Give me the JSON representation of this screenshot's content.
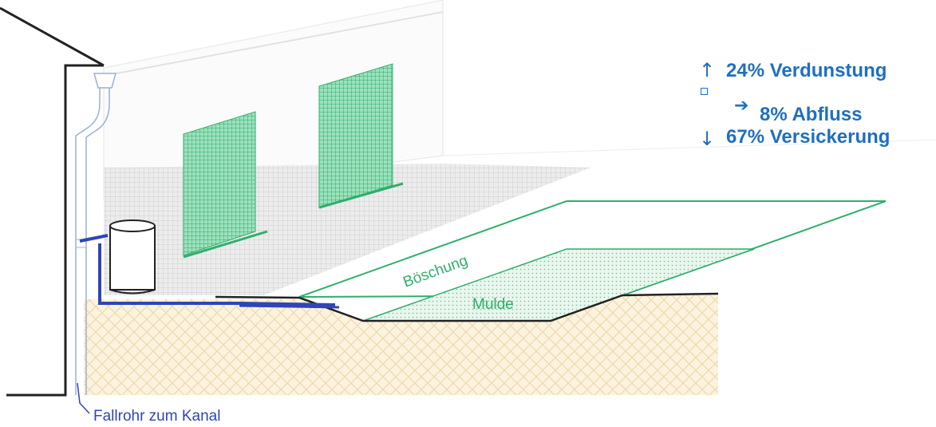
{
  "legend": {
    "items": [
      {
        "percent": "24%",
        "label": "Verdunstung",
        "direction": "up"
      },
      {
        "percent": "8%",
        "label": "Abfluss",
        "direction": "diagonal-right"
      },
      {
        "percent": "67%",
        "label": "Versickerung",
        "direction": "down"
      }
    ],
    "text_color": "#1f6fbf"
  },
  "labels": {
    "boeschung": "Böschung",
    "mulde": "Mulde",
    "fallrohr": "Fallrohr zum Kanal"
  },
  "colors": {
    "green": "#2fae6b",
    "pipe_blue": "#2f45b8",
    "soil": "#f7ecd2",
    "paving": "#d9d9d9"
  }
}
